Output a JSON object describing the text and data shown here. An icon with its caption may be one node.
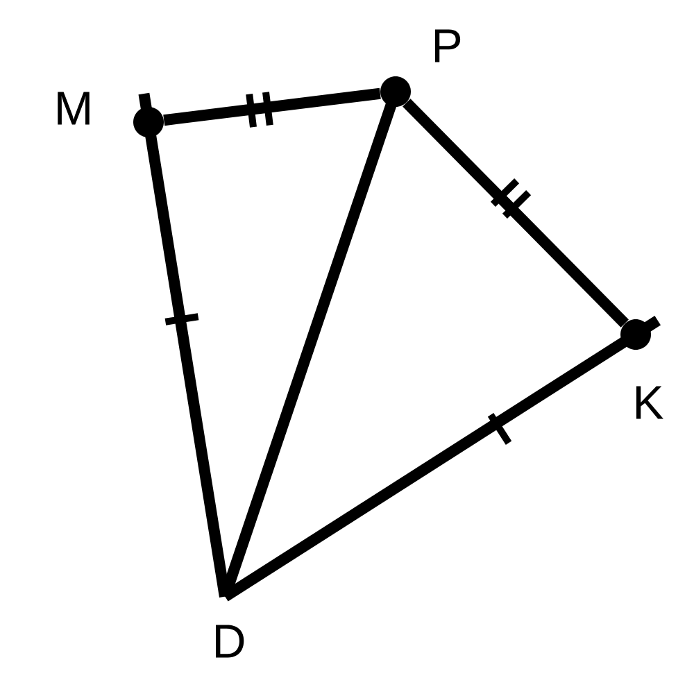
{
  "diagram": {
    "nodes": [
      {
        "text": [],
        "shape": "circle",
        "beside": [
          "M"
        ]
      },
      {
        "text": [],
        "shape": "circle",
        "beside": [
          "P"
        ]
      },
      {
        "text": [],
        "shape": "circle",
        "beside": [
          "K"
        ]
      },
      {
        "text": [],
        "shape": "point",
        "beside": [
          "D"
        ]
      }
    ],
    "edges": [
      {
        "from": 0,
        "to": 1,
        "arrow": "none"
      },
      {
        "from": 1,
        "to": 2,
        "arrow": "none"
      },
      {
        "from": 3,
        "to": 2,
        "arrow": "none"
      },
      {
        "from": 3,
        "to": 0,
        "arrow": "none"
      },
      {
        "from": 3,
        "to": 1,
        "arrow": "none"
      }
    ]
  }
}
